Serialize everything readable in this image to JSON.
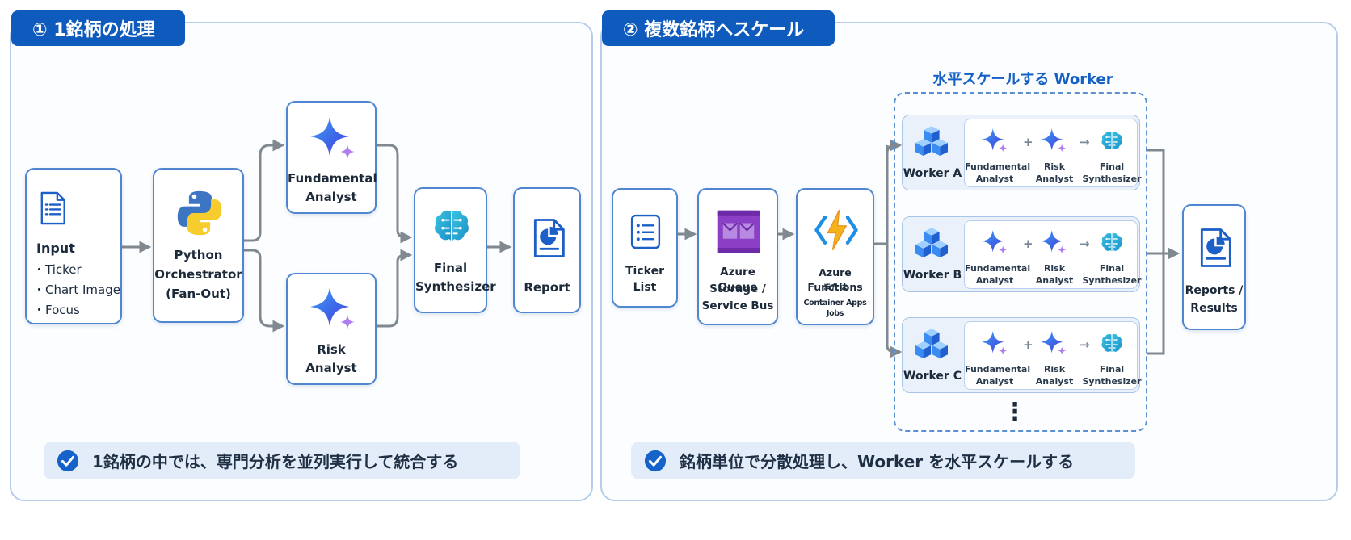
{
  "panel1": {
    "tab_title": "① 1銘柄の処理",
    "input": {
      "title": "Input",
      "items": [
        "・Ticker",
        "・Chart Image",
        "・Focus"
      ]
    },
    "orchestrator": [
      "Python",
      "Orchestrator",
      "(Fan-Out)"
    ],
    "fundamental": [
      "Fundamental",
      "Analyst"
    ],
    "risk": [
      "Risk",
      "Analyst"
    ],
    "synth": [
      "Final",
      "Synthesizer"
    ],
    "report": "Report",
    "note": "1銘柄の中では、専門分析を並列実行して統合する"
  },
  "panel2": {
    "tab_title": "② 複数銘柄へスケール",
    "ticker_list": "Ticker List",
    "queue": [
      "Azure Queue",
      "Storage /",
      "Service Bus"
    ],
    "functions": [
      "Azure Functions",
      "または",
      "Container Apps Jobs"
    ],
    "region_title": "水平スケールする Worker",
    "workers": [
      {
        "name": "Worker A"
      },
      {
        "name": "Worker B"
      },
      {
        "name": "Worker C"
      }
    ],
    "mini": {
      "fundamental": [
        "Fundamental",
        "Analyst"
      ],
      "risk": [
        "Risk",
        "Analyst"
      ],
      "synth": [
        "Final",
        "Synthesizer"
      ]
    },
    "ops": {
      "plus": "+",
      "arrow": "→"
    },
    "ellipsis": "⋮",
    "results": [
      "Reports /",
      "Results"
    ],
    "note": "銘柄単位で分散処理し、Worker を水平スケールする"
  },
  "colors": {
    "primary": "#0f5bbd",
    "border": "#4f86cf",
    "panel_border": "#b5cdea",
    "note_bg": "#e3edf9",
    "arrow": "#808890"
  },
  "icons": [
    "document-icon",
    "python-logo-icon",
    "ai-sparkle-icon",
    "brain-icon",
    "report-chart-icon",
    "check-icon",
    "list-icon",
    "queue-envelope-icon",
    "azure-functions-icon",
    "cube-stack-icon",
    "reports-icon"
  ]
}
